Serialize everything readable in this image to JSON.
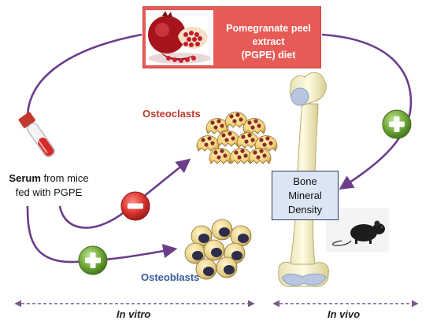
{
  "diet_box": {
    "line1": "Pomegranate peel extract",
    "line2": "(PGPE) diet"
  },
  "serum": {
    "bold": "Serum",
    "line1_rest": " from mice",
    "line2": "fed with PGPE"
  },
  "osteoclasts_label": "Osteoclasts",
  "osteoblasts_label": "Osteoblasts",
  "bmd_box": {
    "line1": "Bone",
    "line2": "Mineral",
    "line3": "Density"
  },
  "axis": {
    "in_vitro": "In vitro",
    "in_vivo": "In vivo"
  },
  "effects": {
    "serum_to_osteoclasts": "minus",
    "serum_to_osteoblasts": "plus",
    "diet_to_bone_density": "plus"
  },
  "colors": {
    "arrow": "#6b3d8a",
    "diet_box": "#e85a56",
    "minus_sign": "#d0302a",
    "plus_sign": "#6aa332",
    "osteoclast_label": "#c0392b",
    "osteoblast_label": "#3b5a9a",
    "bmd_box": "#dce5f3"
  },
  "icons": [
    "pomegranate-icon",
    "blood-tube-icon",
    "osteoclast-cells-icon",
    "osteoblast-cells-icon",
    "femur-bone-icon",
    "mouse-icon",
    "minus-sign-icon",
    "plus-sign-icon"
  ]
}
